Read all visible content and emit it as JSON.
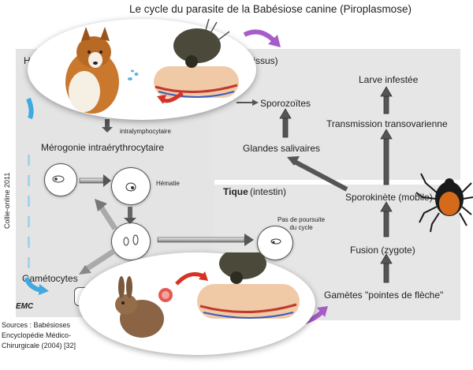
{
  "title": "Le cycle du parasite de la Babésiose canine (Piroplasmose)",
  "left_panel": {
    "heading_partial": "H",
    "intralymphocytaire": "intralymphocytaire",
    "merogonie": "Mérogonie intraérythrocytaire",
    "hematie": "Hématie",
    "gametocytes": "Gamétocytes"
  },
  "right_top": {
    "tissus": "(tissus)",
    "larve": "Larve infestée",
    "sporozoites": "Sporozoïtes",
    "transmission": "Transmission transovarienne",
    "glandes": "Glandes salivaires",
    "sporokinete": "Sporokinète (mobile)"
  },
  "right_bottom": {
    "tique": "Tique",
    "intestin": "(intestin)",
    "pas_de_poursuite": "Pas de poursuite\ndu cycle",
    "fusion": "Fusion (zygote)",
    "gametes": "Gamètes \"pointes de flèche\""
  },
  "logo": "EMC",
  "credit": {
    "line1": "Sources : Babésioses",
    "line2": "Encyclopédie Médico-",
    "line3": "Chirurgicale (2004) [32]"
  },
  "watermark": "Collie-online 2011"
}
